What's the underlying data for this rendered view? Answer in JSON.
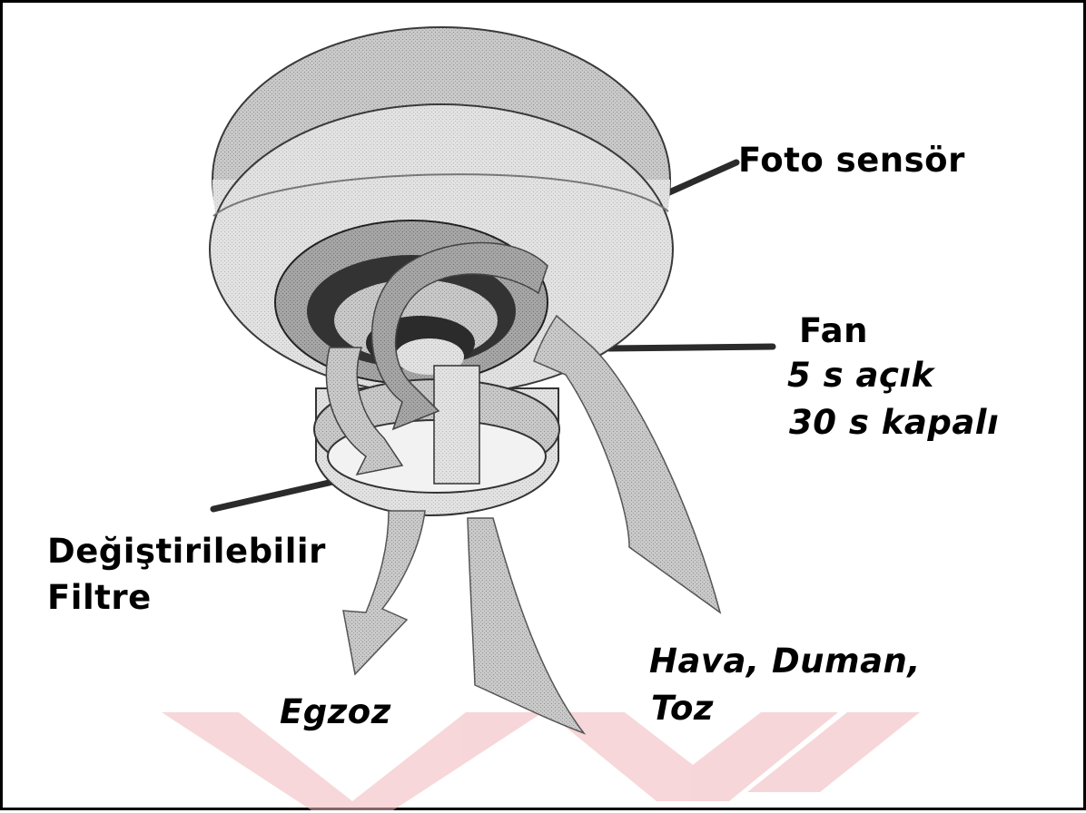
{
  "labels": {
    "photo_sensor": "Foto sensör",
    "fan_title": "Fan",
    "fan_on": "5 s açık",
    "fan_off": "30 s kapalı",
    "filter_line1": "Değiştirilebilir",
    "filter_line2": "Filtre",
    "exhaust": "Egzoz",
    "intake_line1": "Hava, Duman,",
    "intake_line2": "Toz"
  },
  "colors": {
    "device_gray": "#d9d9d9",
    "arrow_gray": "#a9a9a9",
    "dark_gray": "#555555",
    "watermark_red": "#f3c9cb"
  }
}
